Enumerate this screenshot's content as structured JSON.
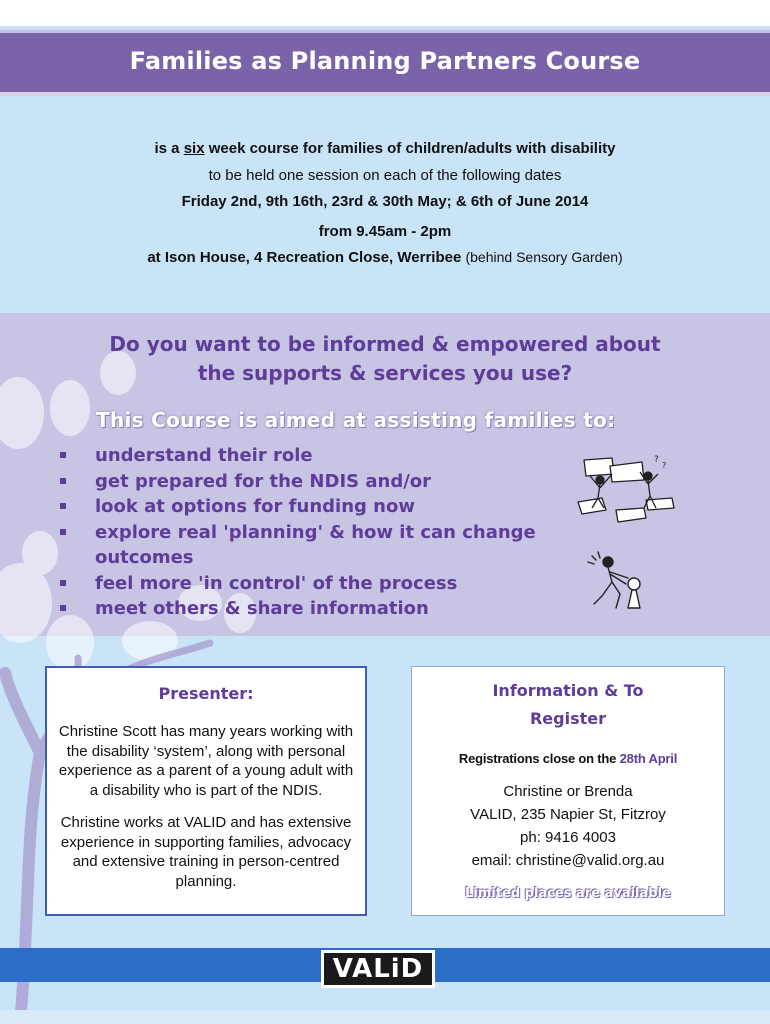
{
  "title": "Families as Planning Partners Course",
  "intro": {
    "line1_pre": "is a ",
    "line1_emph": "six",
    "line1_post": " week course for families of children/adults with disability",
    "line2": "to be held one session on each of the following dates",
    "line3": "Friday 2nd, 9th 16th, 23rd & 30th May; & 6th of June 2014",
    "line4": "from 9.45am - 2pm",
    "line5_main": "at Ison House, 4 Recreation Close, Werribee",
    "line5_note": "(behind Sensory Garden)"
  },
  "question": {
    "line1": "Do you want to be informed & empowered about",
    "line2": "the supports & services you use?"
  },
  "aims_heading": "This Course is aimed at assisting families to:",
  "aims": [
    "understand their role",
    "get prepared for the NDIS and/or",
    "look at options for funding now",
    "explore real 'planning' & how it can change outcomes",
    "feel more 'in control' of the process",
    "meet others & share information"
  ],
  "presenter": {
    "heading": "Presenter:",
    "para1": "Christine Scott has many years working with the disability ‘system’, along with personal experience as a parent of a young adult with a disability who is part of the NDIS.",
    "para2": "Christine works at VALID and has extensive experience in supporting families, advocacy and extensive training in person-centred planning."
  },
  "register": {
    "heading_line1": "Information & To",
    "heading_line2": "Register",
    "close_pre": "Registrations close on the",
    "close_date": "28th April",
    "contact_name": "Christine or Brenda",
    "contact_address": "VALID, 235 Napier St, Fitzroy",
    "contact_phone": "ph: 9416 4003",
    "contact_email": "email:  christine@valid.org.au",
    "limited": "Limited places are available"
  },
  "logo_text": "VALiD",
  "colors": {
    "background": "#c9e3f7",
    "title_bar": "#7a63a8",
    "purple_text": "#5e3d9a",
    "band": "#c7c4e4",
    "footer_blue": "#2b6ec7"
  },
  "icons": [
    "tree-decoration",
    "people-carrying-boards-illustration",
    "person-pushing-figure-illustration"
  ]
}
